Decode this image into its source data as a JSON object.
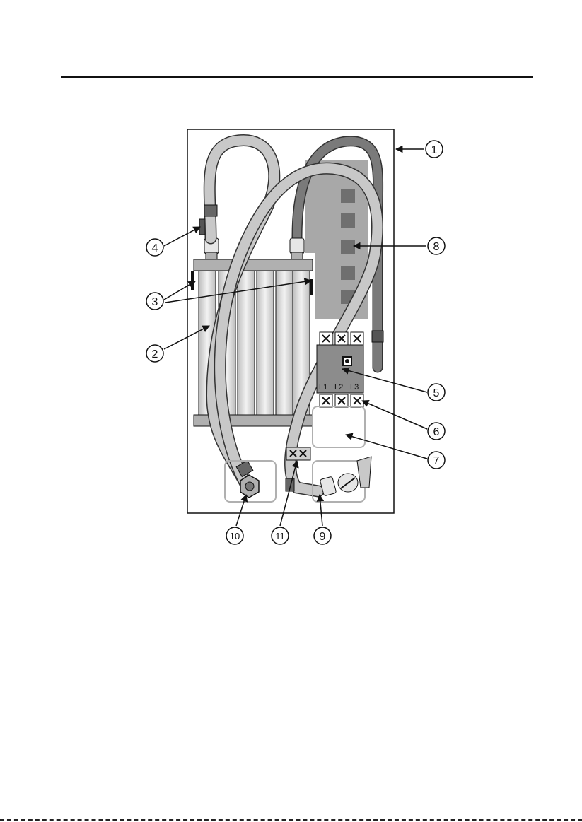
{
  "callouts": [
    {
      "id": 1,
      "label": "1"
    },
    {
      "id": 2,
      "label": "2"
    },
    {
      "id": 3,
      "label": "3"
    },
    {
      "id": 4,
      "label": "4"
    },
    {
      "id": 5,
      "label": "5"
    },
    {
      "id": 6,
      "label": "6"
    },
    {
      "id": 7,
      "label": "7"
    },
    {
      "id": 8,
      "label": "8"
    },
    {
      "id": 9,
      "label": "9"
    },
    {
      "id": 10,
      "label": "10"
    },
    {
      "id": 11,
      "label": "11"
    }
  ],
  "terminal_labels": {
    "l1": "L1",
    "l2": "L2",
    "l3": "L3"
  },
  "colors": {
    "line": "#111111",
    "hose_light": "#c8c8c8",
    "hose_dark": "#6f6f6f",
    "board": "#a8a8a8",
    "chip": "#7a7a7a",
    "block": "#8c8c8c",
    "frame": "#b0b0b0",
    "tube": "#d9d9d9"
  }
}
